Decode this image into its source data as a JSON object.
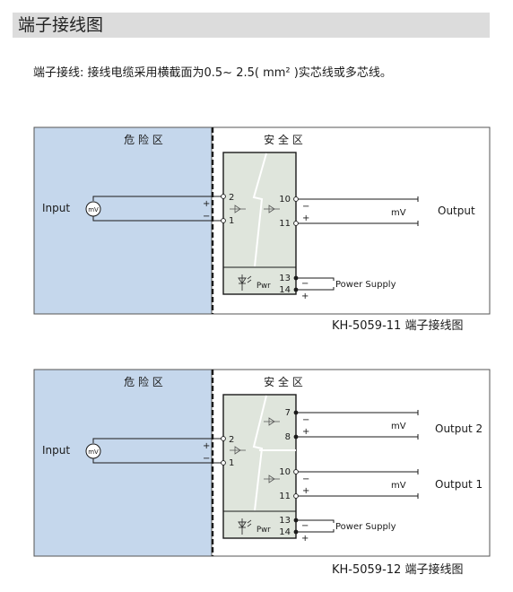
{
  "header": {
    "title": "端子接线图"
  },
  "description": "端子接线: 接线电缆采用横截面为0.5~ 2.5( mm² )实芯线或多芯线。",
  "colors": {
    "hazard_zone": "#c5d7ec",
    "module_fill": "#dfe5dc",
    "header_bg": "#dcdcdc"
  },
  "diagram1": {
    "hazard_zone_label": "危 险 区",
    "safe_zone_label": "安 全 区",
    "input_label": "Input",
    "mv_symbol": "mV",
    "input_pos": "+",
    "input_neg": "−",
    "term_in_a": "2",
    "term_in_b": "1",
    "term_out_a": "10",
    "term_out_b": "11",
    "term_pwr_a": "13",
    "term_pwr_b": "14",
    "out_neg": "−",
    "out_pos": "+",
    "out_mv": "mV",
    "output_label": "Output",
    "pwr_neg": "−",
    "pwr_pos": "+",
    "power_label": "Power Supply",
    "pwr_text": "Pwr",
    "caption": "KH-5059-11  端子接线图"
  },
  "diagram2": {
    "hazard_zone_label": "危 险 区",
    "safe_zone_label": "安 全 区",
    "input_label": "Input",
    "mv_symbol": "mV",
    "input_pos": "+",
    "input_neg": "−",
    "term_in_a": "2",
    "term_in_b": "1",
    "term_out1_a": "7",
    "term_out1_b": "8",
    "term_out2_a": "10",
    "term_out2_b": "11",
    "term_pwr_a": "13",
    "term_pwr_b": "14",
    "out1_neg": "−",
    "out1_pos": "+",
    "out1_mv": "mV",
    "output1_label": "Output 2",
    "out2_neg": "−",
    "out2_pos": "+",
    "out2_mv": "mV",
    "output2_label": "Output 1",
    "pwr_neg": "−",
    "pwr_pos": "+",
    "power_label": "Power Supply",
    "pwr_text": "Pwr",
    "caption": "KH-5059-12  端子接线图"
  }
}
